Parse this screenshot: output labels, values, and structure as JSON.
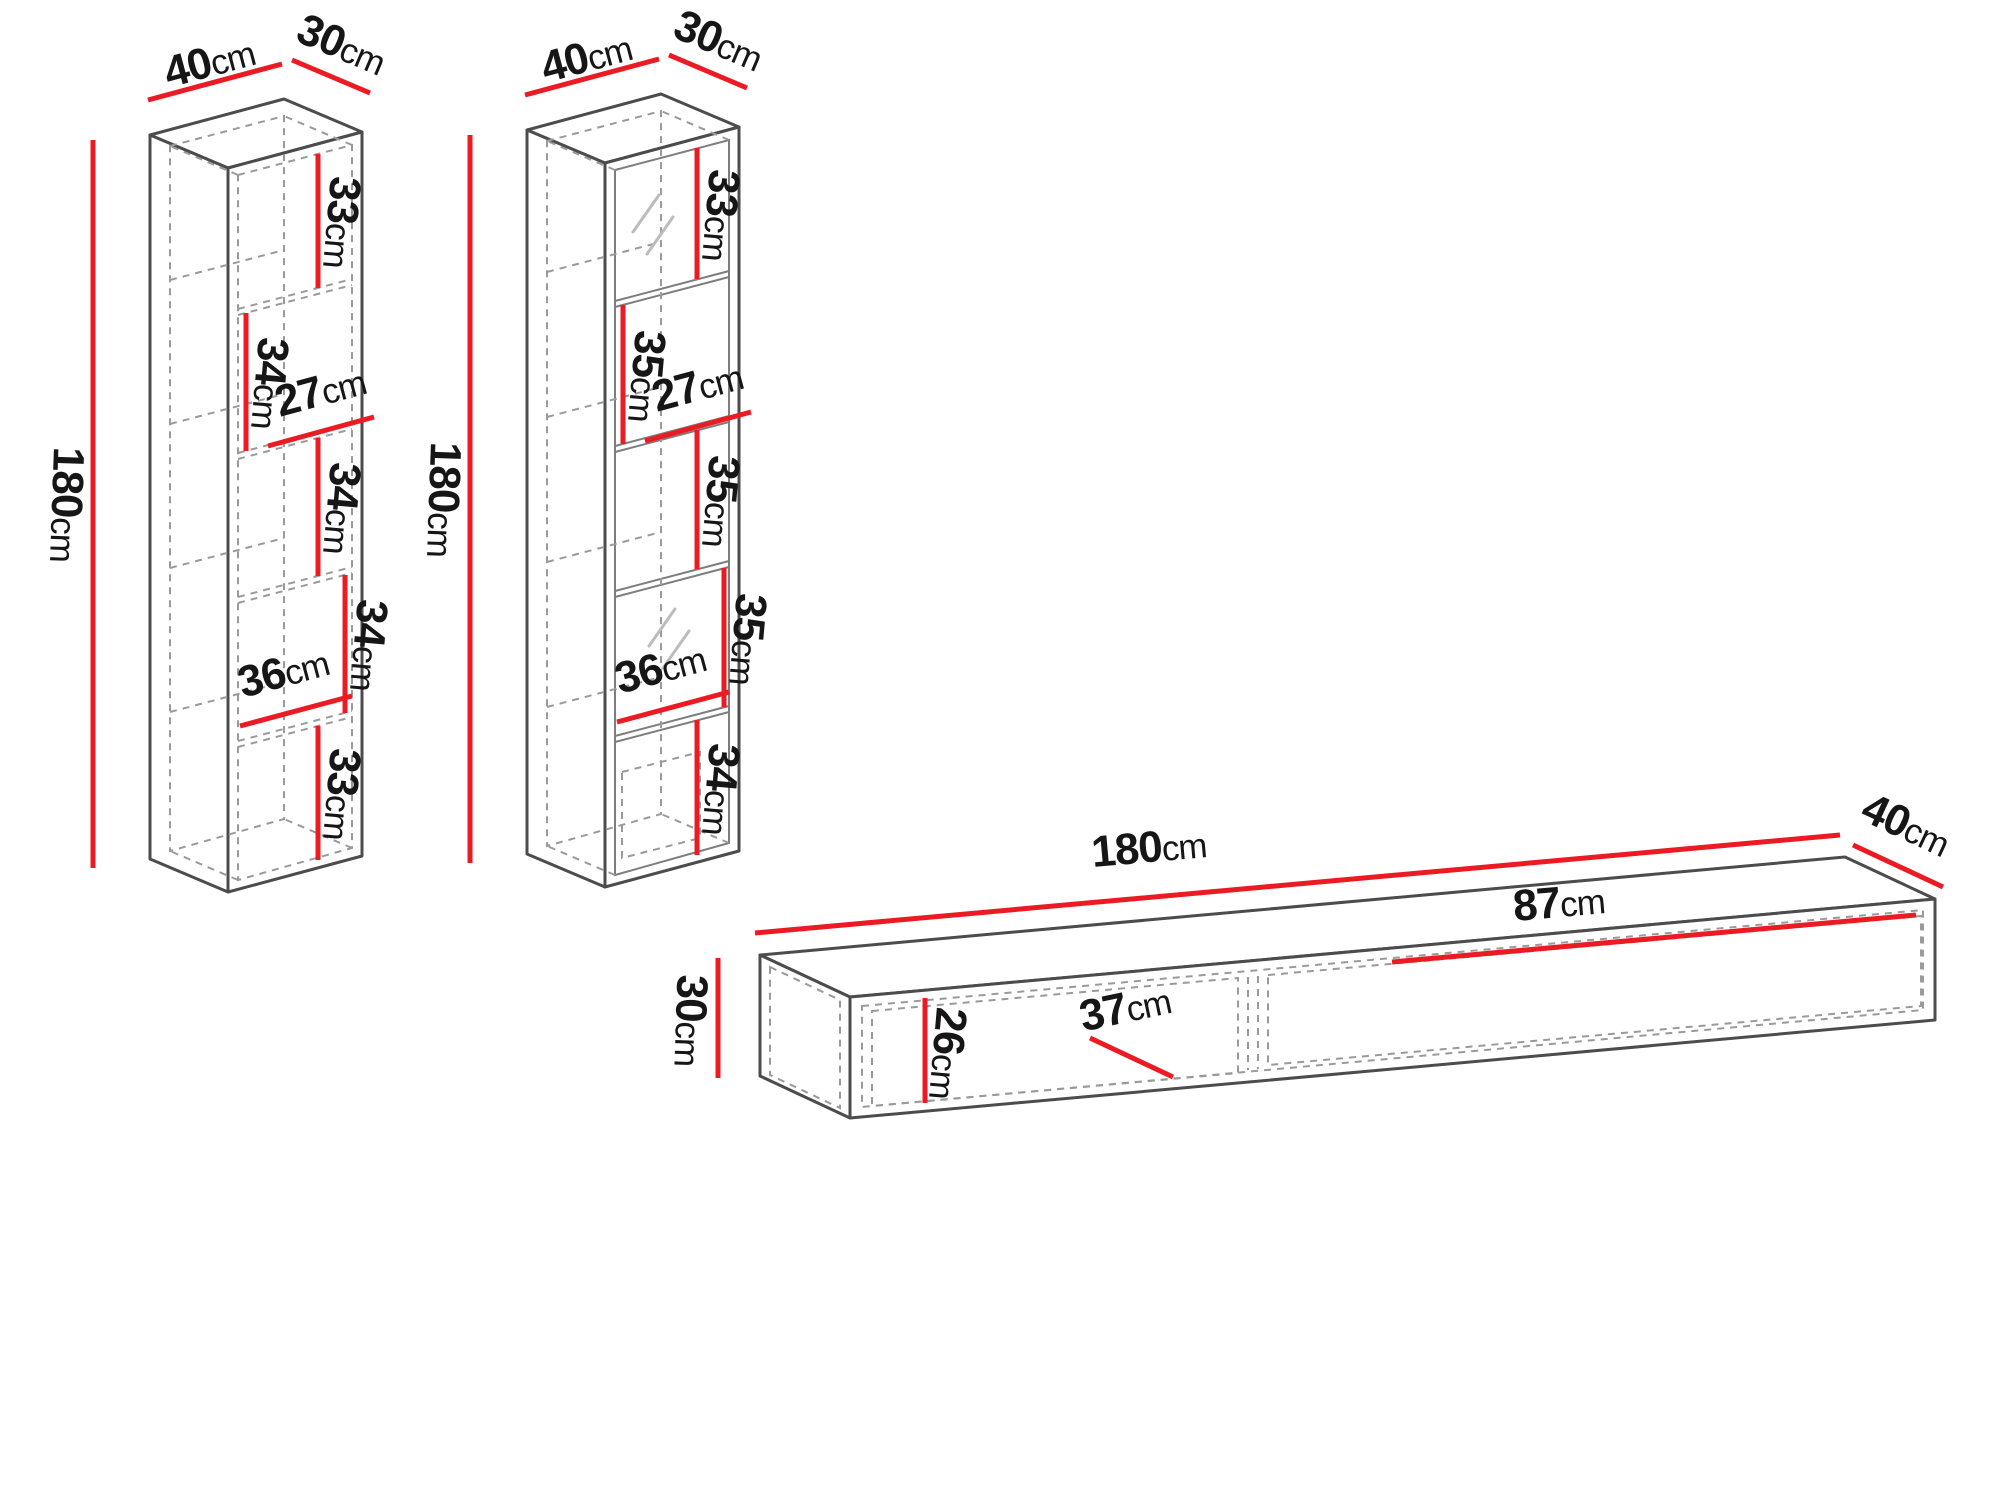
{
  "colors": {
    "dimension_red": "#ec1b23",
    "outline_gray": "#4c4c4c",
    "hidden_line_gray": "#9a9a9a",
    "label_black": "#161616",
    "background": "#ffffff"
  },
  "left_cabinet": {
    "width": {
      "value": "40",
      "unit": "cm"
    },
    "depth": {
      "value": "30",
      "unit": "cm"
    },
    "height": {
      "value": "180",
      "unit": "cm"
    },
    "interior": [
      {
        "value": "33",
        "unit": "cm"
      },
      {
        "value": "34",
        "unit": "cm"
      },
      {
        "value": "27",
        "unit": "cm"
      },
      {
        "value": "34",
        "unit": "cm"
      },
      {
        "value": "34",
        "unit": "cm"
      },
      {
        "value": "36",
        "unit": "cm"
      },
      {
        "value": "33",
        "unit": "cm"
      }
    ]
  },
  "glass_cabinet": {
    "width": {
      "value": "40",
      "unit": "cm"
    },
    "depth": {
      "value": "30",
      "unit": "cm"
    },
    "height": {
      "value": "180",
      "unit": "cm"
    },
    "interior": [
      {
        "value": "33",
        "unit": "cm"
      },
      {
        "value": "35",
        "unit": "cm"
      },
      {
        "value": "27",
        "unit": "cm"
      },
      {
        "value": "35",
        "unit": "cm"
      },
      {
        "value": "35",
        "unit": "cm"
      },
      {
        "value": "36",
        "unit": "cm"
      },
      {
        "value": "34",
        "unit": "cm"
      }
    ]
  },
  "tv_stand": {
    "width": {
      "value": "180",
      "unit": "cm"
    },
    "depth": {
      "value": "40",
      "unit": "cm"
    },
    "height": {
      "value": "30",
      "unit": "cm"
    },
    "interior": [
      {
        "value": "26",
        "unit": "cm"
      },
      {
        "value": "37",
        "unit": "cm"
      },
      {
        "value": "87",
        "unit": "cm"
      }
    ]
  }
}
